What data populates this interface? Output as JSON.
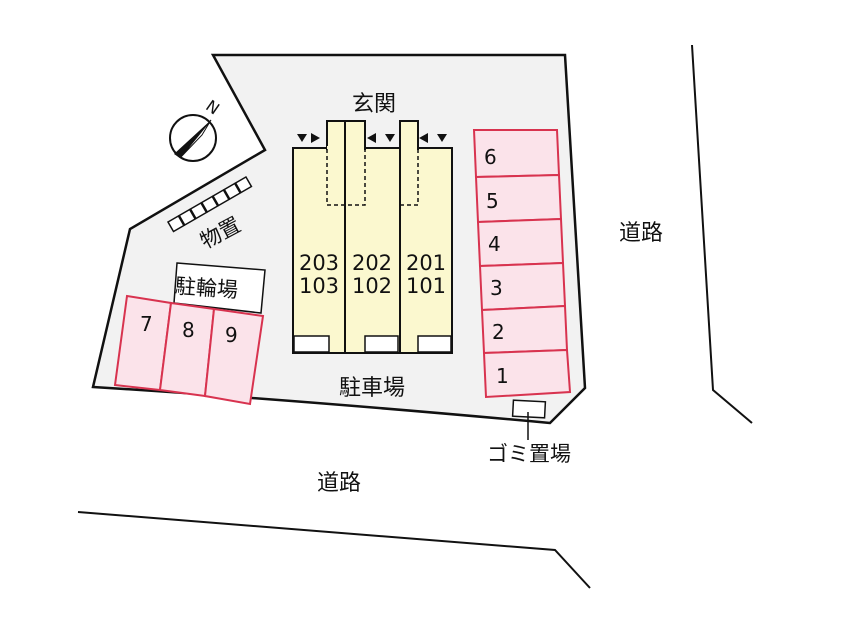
{
  "colors": {
    "lot": "#f2f2f2",
    "building": "#fbf8cf",
    "parking_fill": "#fbe3ea",
    "parking_stroke": "#d8334f",
    "line": "#111111"
  },
  "compass": {
    "label": "N",
    "icon": "north-arrow-icon"
  },
  "labels": {
    "entrance": "玄関",
    "storage": "物置",
    "bicycle_parking": "駐輪場",
    "parking_lot": "駐車場",
    "road_right": "道路",
    "road_bottom": "道路",
    "garbage": "ゴミ置場"
  },
  "units": [
    {
      "upper": "203",
      "lower": "103"
    },
    {
      "upper": "202",
      "lower": "102"
    },
    {
      "upper": "201",
      "lower": "101"
    }
  ],
  "parking_right": [
    "6",
    "5",
    "4",
    "3",
    "2",
    "1"
  ],
  "parking_left": [
    "7",
    "8",
    "9"
  ]
}
